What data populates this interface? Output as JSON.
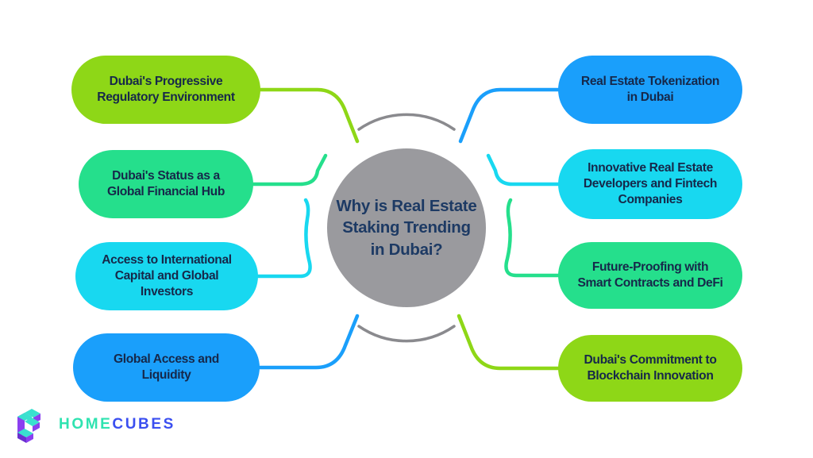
{
  "page": {
    "background": "#ffffff",
    "title_text": "Why is Real Estate\nStaking Trending\nin Dubai?"
  },
  "hub": {
    "label": "Why is Real Estate\nStaking Trending\nin Dubai?",
    "color": "#9a9a9e",
    "text_color": "#1d3a64",
    "ring_color": "#8a8a8e"
  },
  "nodes": {
    "left": [
      {
        "id": "l1",
        "label": "Dubai's Progressive\nRegulatory Environment",
        "color": "#8ed717"
      },
      {
        "id": "l2",
        "label": "Dubai's Status as a\nGlobal Financial Hub",
        "color": "#25df8c"
      },
      {
        "id": "l3",
        "label": "Access to International\nCapital and Global\nInvestors",
        "color": "#18d8f0"
      },
      {
        "id": "l4",
        "label": "Global Access and\nLiquidity",
        "color": "#1a9ffb"
      }
    ],
    "right": [
      {
        "id": "r1",
        "label": "Real Estate Tokenization\nin Dubai",
        "color": "#1a9ffb"
      },
      {
        "id": "r2",
        "label": "Innovative Real Estate\nDevelopers and Fintech\nCompanies",
        "color": "#18d8f0"
      },
      {
        "id": "r3",
        "label": "Future-Proofing with\nSmart Contracts and DeFi",
        "color": "#25df8c"
      },
      {
        "id": "r4",
        "label": "Dubai's Commitment to\nBlockchain Innovation",
        "color": "#8ed717"
      }
    ]
  },
  "logo": {
    "word_first": "HOME",
    "word_second": "CUBES",
    "color_first": "#2fe3b0",
    "color_second": "#3b4ff0",
    "mark_top_color": "#3ae0cf",
    "mark_side_color": "#8b3ff0"
  }
}
